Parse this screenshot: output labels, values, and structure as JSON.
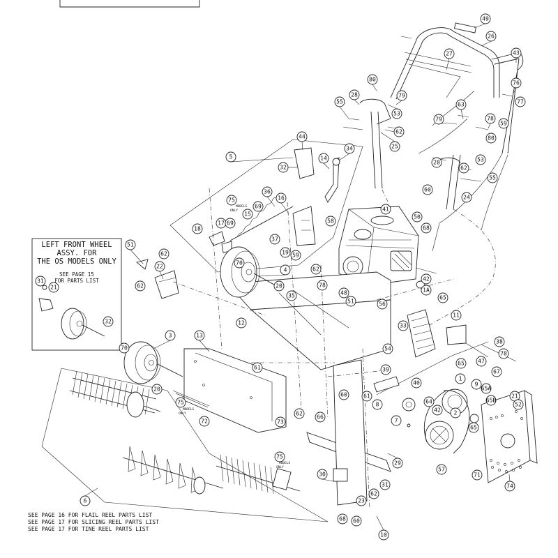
{
  "inset": {
    "title_line1": "LEFT FRONT WHEEL",
    "title_line2": "ASSY. FOR",
    "title_line3": "THE OS MODELS ONLY",
    "sub_line1": "SEE PAGE 15",
    "sub_line2": "FOR PARTS LIST"
  },
  "notes": {
    "line1": "SEE PAGE 16 FOR FLAIL REEL PARTS LIST",
    "line2": "SEE PAGE 17 FOR SLICING REEL PARTS LIST",
    "line3": "SEE PAGE 17 FOR TINE REEL PARTS LIST"
  },
  "models_only": {
    "a": "MODELS",
    "b": "ONLY"
  },
  "callouts": {
    "c49": "49",
    "c26": "26",
    "c27": "27",
    "c43": "43",
    "c76": "76",
    "c77": "77",
    "c80a": "80",
    "c79a": "79",
    "c28a": "28",
    "c55a": "55",
    "c53a": "53",
    "c62a": "62",
    "c25": "25",
    "c63": "63",
    "c79b": "79",
    "c78a": "78",
    "c59a": "59",
    "c80b": "80",
    "c28b": "28",
    "c53b": "53",
    "c62b": "62",
    "c55b": "55",
    "c60a": "60",
    "c24": "24",
    "c68a": "68",
    "c50": "50",
    "c41": "41",
    "c5": "5",
    "c44": "44",
    "c34": "34",
    "c32": "32",
    "c14": "14",
    "c36": "36",
    "c16": "16",
    "c75a": "75",
    "c69": "69",
    "c15": "15",
    "c58": "58",
    "c18": "18",
    "c17": "17",
    "c37": "37",
    "c19": "19",
    "c59b": "59",
    "c51a": "51",
    "c62c": "62",
    "c22": "22",
    "c62d": "62",
    "c70a": "70",
    "c4": "4",
    "c20a": "20",
    "c62e": "62",
    "c78b": "78",
    "c35": "35",
    "c48": "48",
    "c51b": "51",
    "c56": "56",
    "c42a": "42",
    "c1A": "1A",
    "c65a": "65",
    "c11": "11",
    "c33": "33",
    "c12": "12",
    "c38": "38",
    "c78c": "78",
    "c47": "47",
    "c67": "67",
    "c65b": "65",
    "c54": "54",
    "c13": "13",
    "c39": "39",
    "c61a": "61",
    "c40": "40",
    "c60b": "60",
    "c61b": "61",
    "c8": "8",
    "c1": "1",
    "c9": "9",
    "c65A": "65A",
    "c21a": "21",
    "c52": "52",
    "c65B": "65B",
    "c64": "64",
    "c42b": "42",
    "c7": "7",
    "c2": "2",
    "c65c": "65",
    "c66": "66",
    "c62f": "62",
    "c73": "73",
    "c72": "72",
    "c75b": "75",
    "c75c": "75",
    "c70b": "70",
    "c3": "3",
    "c20b": "20",
    "c29": "29",
    "c57": "57",
    "c71": "71",
    "c74": "74",
    "c30": "30",
    "c31a": "31",
    "c23": "23",
    "c62g": "62",
    "c68b": "68",
    "c60c": "60",
    "c10": "10",
    "c6": "6",
    "c31b": "31",
    "c21b": "21",
    "c32b": "32"
  }
}
